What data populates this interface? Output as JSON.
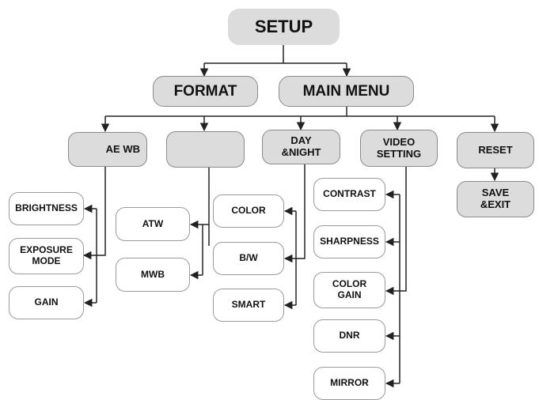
{
  "diagram": {
    "root": "SETUP",
    "level1": [
      "FORMAT",
      "MAIN MENU"
    ],
    "categories": [
      "AE WB",
      "",
      "DAY\n&NIGHT",
      "VIDEO\nSETTING",
      "RESET"
    ],
    "ae_wb_items": [
      "BRIGHTNESS",
      "EXPOSURE\nMODE",
      "GAIN"
    ],
    "white_balance_items": [
      "ATW",
      "MWB"
    ],
    "day_night_items": [
      "COLOR",
      "B/W",
      "SMART"
    ],
    "video_setting_items": [
      "CONTRAST",
      "SHARPNESS",
      "COLOR\nGAIN",
      "DNR",
      "MIRROR"
    ],
    "reset_items": [
      "SAVE\n&EXIT"
    ]
  }
}
